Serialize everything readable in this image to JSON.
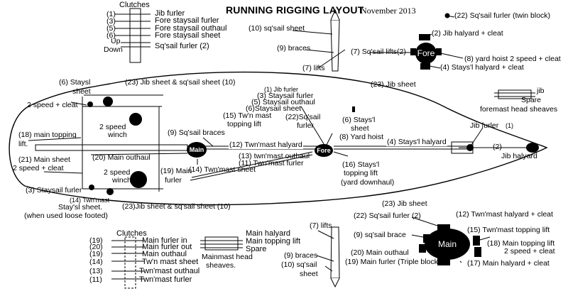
{
  "title": "RUNNING RIGGING LAYOUT",
  "date": "November 2013",
  "clutches_top": {
    "heading": "Clutches",
    "numbers": [
      "(1)",
      "(3)",
      "(5)",
      "(6)"
    ],
    "labels": [
      "Jib furler",
      "Fore staysail furler",
      "Fore staysail outhaul",
      "Fore staysail sheet"
    ],
    "up": "Up",
    "down": "Down",
    "sqsail": "Sq'sail furler (2)"
  },
  "clutches_bottom": {
    "heading": "Clutches",
    "numbers": [
      "(19)",
      "(20)",
      "(19)",
      "(14)",
      "(13)",
      "(11)"
    ],
    "labels": [
      "Main furler in",
      "Main furler out",
      "Main outhaul",
      "Tw'n mast sheet",
      "Twn'mast outhaul",
      "Twn'mast furler"
    ]
  },
  "foremast_top": {
    "sqsail_sheet": "(10) sq'sail sheet",
    "braces": "(9) braces",
    "lifts": "(7) lifts"
  },
  "mainmast_bottom": {
    "lifts": "(7) lifts",
    "braces": "(9) braces",
    "sqsail_sheet_a": "(10) sq'sail",
    "sqsail_sheet_b": "sheet"
  },
  "fore_cluster": {
    "name": "Fore",
    "sqsail_furler": "(22) Sq'sail furler (twin block)",
    "jib_halyard": "(2) Jib halyard + cleat",
    "sqsail_lifts": "(7) Sq'sail lifts(2)",
    "yard_hoist": "(8) yard hoist 2 speed + cleat",
    "staysl_halyard": "(4) Stays'l halyard + cleat"
  },
  "main_cluster": {
    "name": "Main",
    "sqsail_furler": "(22) Sq'sail furler (2)",
    "sqsail_brace": "(9) sq'sail brace",
    "main_outhaul": "(20) Main outhaul",
    "main_furler": "(19) Main furler (Triple block)",
    "twnmast_halyard": "(12) Twn'mast halyard + cleat",
    "twnmast_topping": "(15) Twn'mast topping lift",
    "main_topping_a": "(18) Main topping lift",
    "main_topping_b": "2 speed + cleat",
    "main_halyard": "(17) Main halyard + cleat"
  },
  "head_sheaves_fore": {
    "jib": "jib",
    "spare": "Spare",
    "caption": "foremast head sheaves"
  },
  "head_sheaves_main": {
    "labels": [
      "Main halyard",
      "Main topping lift",
      "Spare"
    ],
    "caption_a": "Mainmast head",
    "caption_b": "sheaves."
  },
  "deck": {
    "staysl_sheet_a": "(6)  Staysl",
    "staysl_sheet_b": "sheet",
    "two_speed_cleat": "2 speed + cleat",
    "jib_sheet_top": "(23) Jib sheet & sq'sail sheet (10)",
    "two_speed_winch_a": "2 speed",
    "two_speed_winch_b": "winch",
    "main_topping_a": "(18) main topping",
    "main_topping_b": "lift.",
    "main_sheet_a": "(21) Main sheet",
    "main_sheet_b": "2 speed + cleat",
    "main_outhaul": "(20) Main outhaul",
    "lower_winch_a": "2 speed",
    "lower_winch_b": "winch",
    "staysail_furler": "(3)  Staysail furler",
    "twnmast_staysl_a": "(14) Twn'mast",
    "twnmast_staysl_b": "Stay'sl sheet.",
    "loose_footed": "(when used loose footed)",
    "jib_sheet_bottom": "(23)Jib sheet & sq'sail sheet (10)",
    "sqsail_braces": "(9) Sq'sail braces",
    "main_mast": "Main",
    "main_furler_a": "(19) Main",
    "main_furler_b": "furler",
    "twn_topping_a": "(15) Tw'n mast",
    "twn_topping_b": "topping lift",
    "twn_halyard": "(12) Twn'mast halyard",
    "twn_outhaul": "(13) twn'mast outhaul",
    "twn_furler": "(11) Twn'mast furler",
    "twn_sheet": "(14) Twn'mast sheet",
    "fore_mast": "Fore",
    "jib_furler_small": "(1) Jib furler",
    "staysail_outhaul": "(5)  Staysail outhaul",
    "staysail_sheet": "(6)Staysail sheet",
    "sqsail_furler_a": "(22)Sq'sail",
    "sqsail_furler_b": "furler",
    "staysl_sheet6_a": "(6) Stays'l",
    "staysl_sheet6_b": "sheet",
    "yard_hoist": "(8) Yard hoist",
    "staysl_topping_a": "(16) Stays'l",
    "staysl_topping_b": "topping lift",
    "staysl_topping_c": "(yard downhaul)",
    "staysl_halyard": "(4) Stays'l halyard",
    "jib_sheet_right": "(23) Jib sheet",
    "jib_sheet_lower": "(23) Jib sheet",
    "jib_furler_bow": "Jib furler",
    "jib_furler_bow_num": "(1)",
    "jib_halyard_num": "(2)",
    "jib_halyard": "Jib halyard"
  }
}
